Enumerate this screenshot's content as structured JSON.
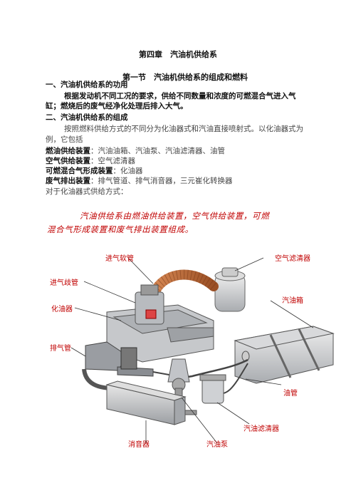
{
  "chapter_title": "第四章　汽油机供给系",
  "section_title": "第一节　汽油机供给系的组成和燃料",
  "part1": {
    "heading": "一、汽油机供给系的功用",
    "body_line1": "根据发动机不同工况的要求，供给不同数量和浓度的可燃混合气进入气",
    "body_line2": "缸；燃烧后的废气经净化处理后排入大气。"
  },
  "part2": {
    "heading": "二、汽油机供给系的组成",
    "intro_line1": "按照燃料供给方式的不同分为化油器式和汽油直接喷射式。以化油器式为",
    "intro_line2": "例，它包括",
    "items": [
      {
        "term": "燃油供给装置",
        "desc": "：汽油油箱、汽油泵、汽油滤清器、油管"
      },
      {
        "term": "空气供给装置",
        "desc": "：空气滤清器"
      },
      {
        "term": "可燃混合气形成装置",
        "desc": "：化油器"
      },
      {
        "term": "废气排出装置",
        "desc": "：排气管道、排气消音器，三元崔化转换器"
      }
    ],
    "closing": "对于化油器式供给方式："
  },
  "diagram": {
    "caption_line1": "汽油供给系由燃油供给装置，空气供给装置，可燃",
    "caption_line2": "混合气形成装置和废气排出装置组成。",
    "labels": {
      "intake_hose": "进气软管",
      "air_filter": "空气滤清器",
      "intake_manifold": "进气歧管",
      "fuel_tank": "汽油箱",
      "carburetor": "化油器",
      "exhaust_pipe": "排气管",
      "fuel_line": "油管",
      "fuel_filter": "汽油滤清器",
      "muffler": "消音器",
      "fuel_pump": "汽油泵"
    },
    "colors": {
      "label_red": "#c00000",
      "pipe_orange": "#c8703a",
      "metal_grey": "#b9bcc0"
    }
  }
}
